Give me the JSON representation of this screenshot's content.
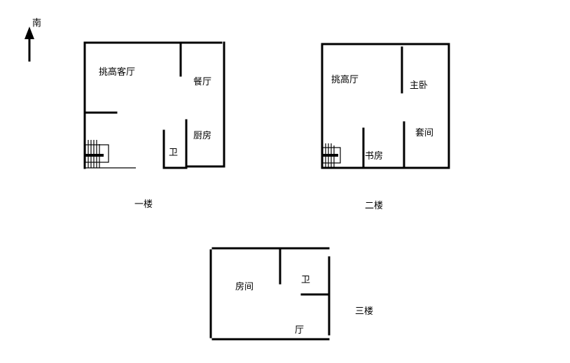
{
  "compass": {
    "label": "南",
    "icon": "north-arrow-icon"
  },
  "floors": [
    {
      "name": "一楼",
      "rooms": {
        "living": "挑高客厅",
        "dining": "餐厅",
        "kitchen": "厨房",
        "bath": "卫"
      }
    },
    {
      "name": "二楼",
      "rooms": {
        "living": "挑高厅",
        "master": "主卧",
        "suite": "套间",
        "study": "书房"
      }
    },
    {
      "name": "三楼",
      "rooms": {
        "room": "房间",
        "bath": "卫",
        "hall": "厅"
      }
    }
  ]
}
